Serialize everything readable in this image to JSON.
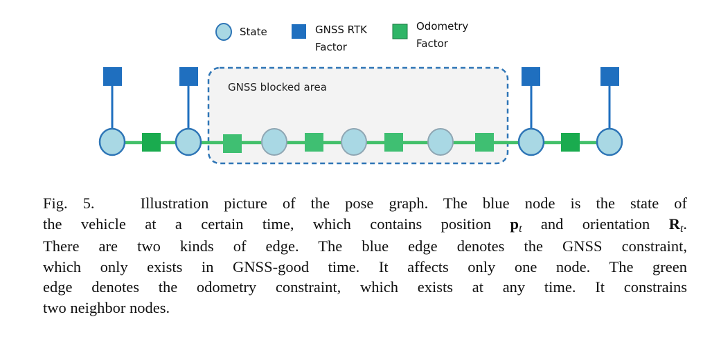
{
  "legend": {
    "state_label": "State",
    "gnss_label_line1": "GNSS RTK",
    "gnss_label_line2": "Factor",
    "odometry_label_line1": "Odometry",
    "odometry_label_line2": "Factor"
  },
  "blocked_area_label": "GNSS blocked area",
  "colors": {
    "state_fill": "#a9d8e4",
    "state_stroke": "#2e75b6",
    "gnss_factor": "#1f6fbf",
    "odometry_factor_dark": "#1aab4f",
    "odometry_factor_light": "#3fbf72",
    "edge_green": "#43c06a",
    "blocked_area_border": "#2e75b6",
    "blocked_area_fill": "#f3f3f3"
  },
  "caption": {
    "prefix": "Fig. 5.",
    "line1": "Illustration picture of the pose graph. The blue node is the state of",
    "line2a": "the vehicle at a certain time, which contains position",
    "pos_sym": "p",
    "pos_sub": "t",
    "line2b": "and orientation",
    "rot_sym": "R",
    "rot_sub": "t",
    "line2c": ".",
    "line3": "There are two kinds of edge. The blue edge denotes the GNSS constraint,",
    "line4": "which only exists in GNSS-good time. It affects only one node. The green",
    "line5": "edge denotes the odometry constraint, which exists at any time. It constrains",
    "line6": "two neighbor nodes."
  }
}
